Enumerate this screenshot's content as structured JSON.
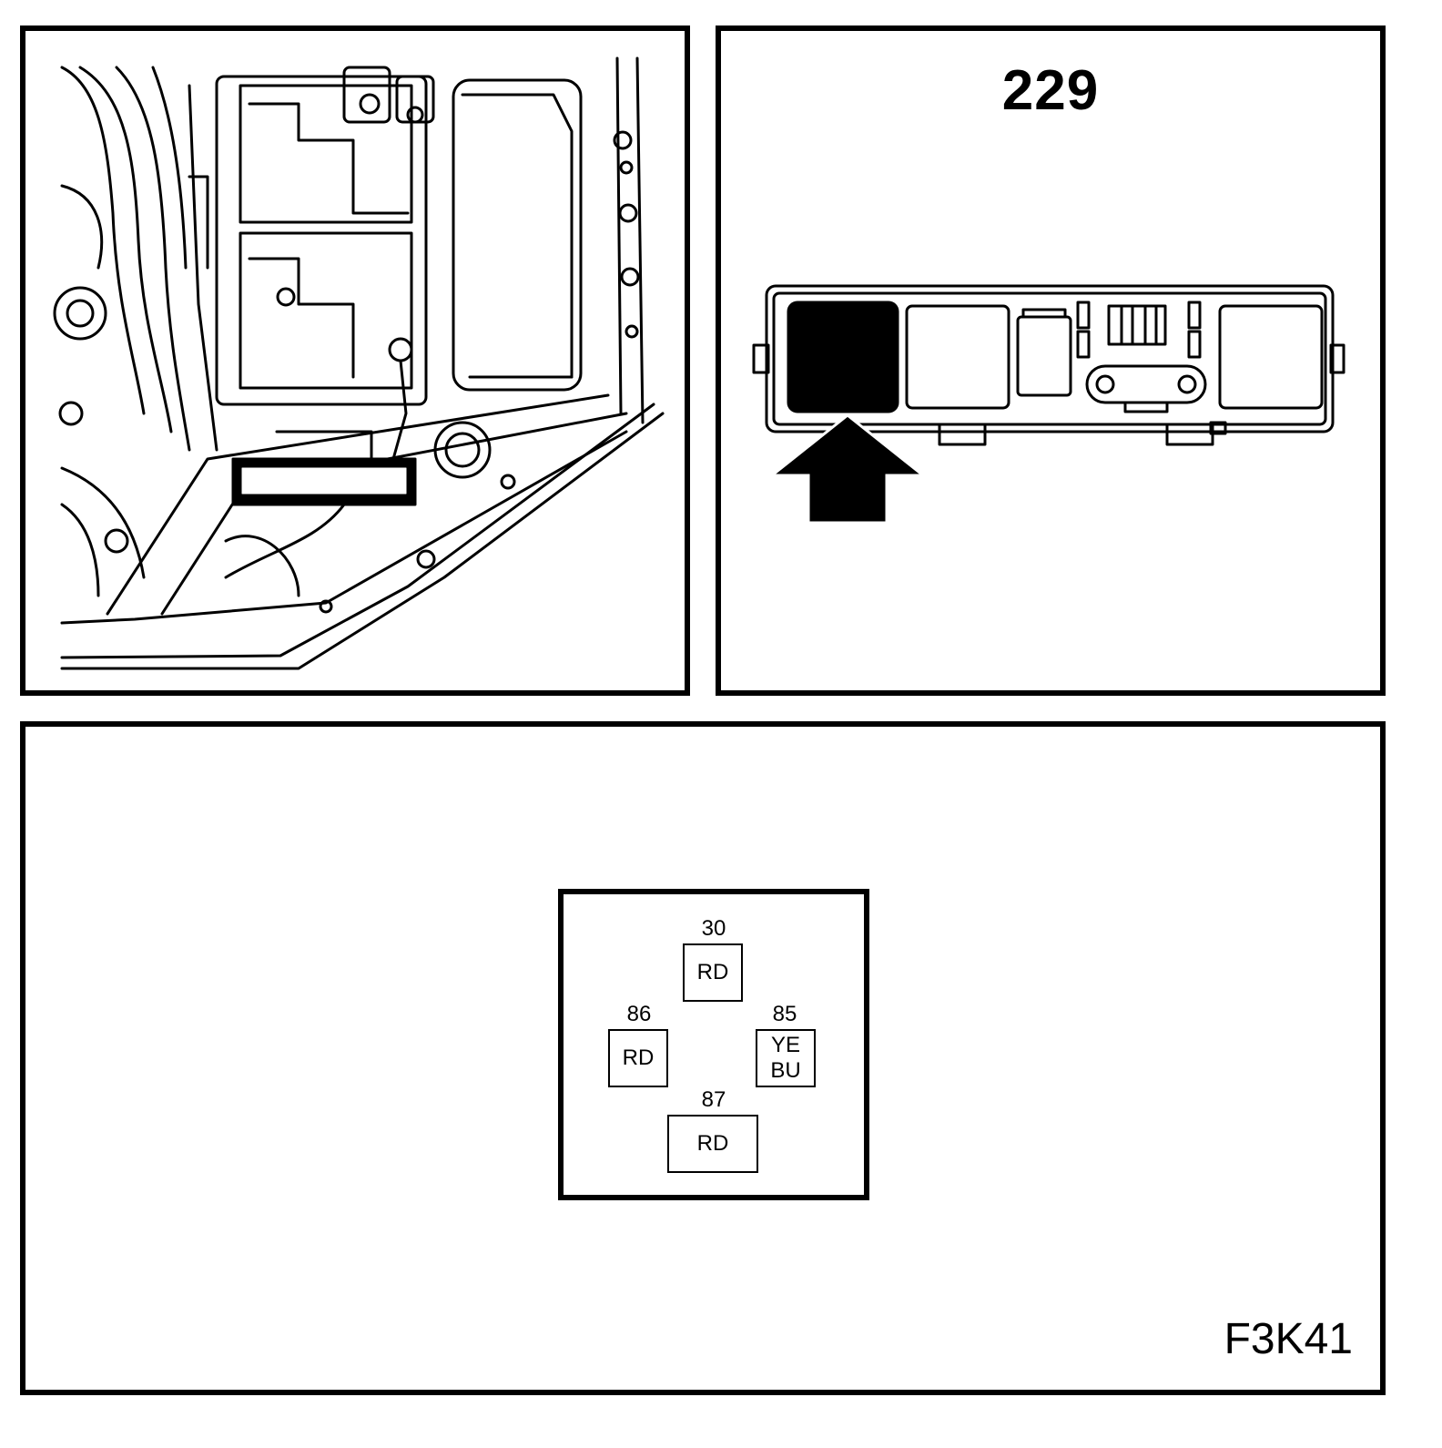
{
  "locator": {
    "component_number": "229"
  },
  "relay": {
    "pins": [
      {
        "number": "30",
        "colors": [
          "RD"
        ]
      },
      {
        "number": "86",
        "colors": [
          "RD"
        ]
      },
      {
        "number": "85",
        "colors": [
          "YE",
          "BU"
        ]
      },
      {
        "number": "87",
        "colors": [
          "RD"
        ]
      }
    ]
  },
  "figure_code": "F3K41"
}
